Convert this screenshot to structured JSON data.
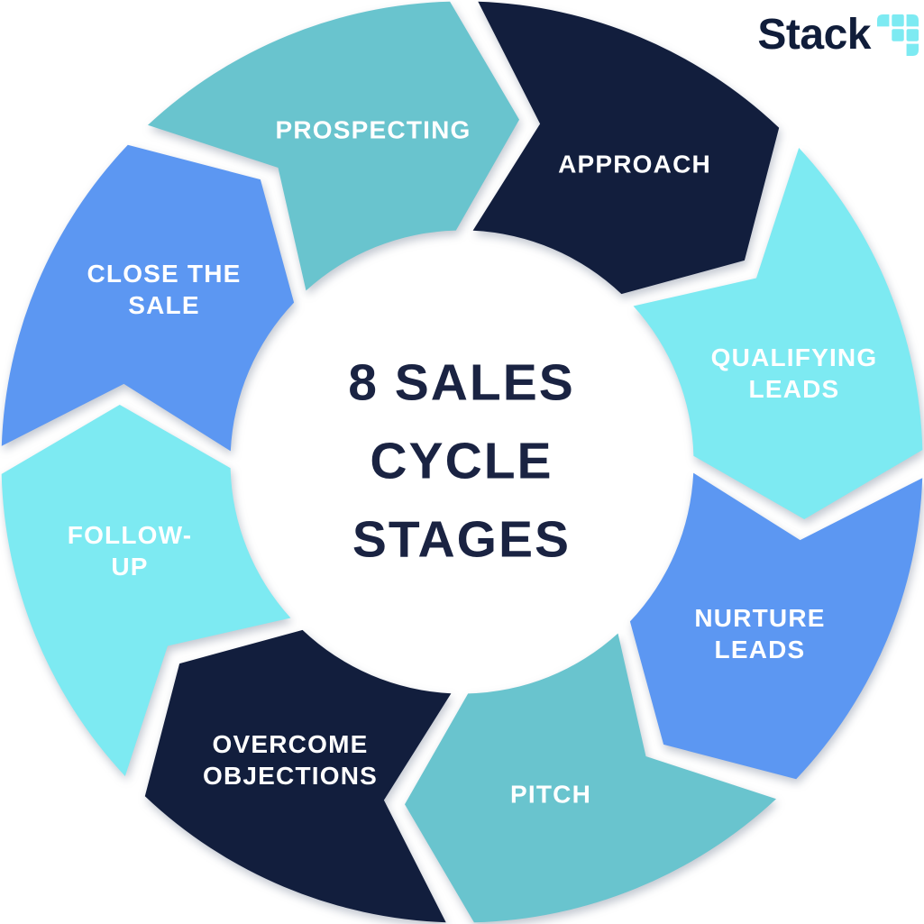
{
  "logo": {
    "text": "Stack",
    "text_color": "#101D3A",
    "icon_color": "#7DEAF2"
  },
  "center": {
    "lines": [
      "8 SALES",
      "CYCLE",
      "STAGES"
    ],
    "color": "#1A2342"
  },
  "colors": {
    "teal": "#69C4CE",
    "navy": "#121E3D",
    "cyan": "#7DEAF2",
    "blue": "#5C97F2",
    "label_text": "#FFFFFF"
  },
  "segments": [
    {
      "id": "prospecting",
      "label": "PROSPECTING",
      "lines": [
        "PROSPECTING"
      ],
      "color_key": "teal"
    },
    {
      "id": "approach",
      "label": "APPROACH",
      "lines": [
        "APPROACH"
      ],
      "color_key": "navy"
    },
    {
      "id": "qualifying-leads",
      "label": "QUALIFYING LEADS",
      "lines": [
        "QUALIFYING",
        "LEADS"
      ],
      "color_key": "cyan"
    },
    {
      "id": "nurture-leads",
      "label": "NURTURE LEADS",
      "lines": [
        "NURTURE",
        "LEADS"
      ],
      "color_key": "blue"
    },
    {
      "id": "pitch",
      "label": "PITCH",
      "lines": [
        "PITCH"
      ],
      "color_key": "teal"
    },
    {
      "id": "overcome-objections",
      "label": "OVERCOME OBJECTIONS",
      "lines": [
        "OVERCOME",
        "OBJECTIONS"
      ],
      "color_key": "navy"
    },
    {
      "id": "follow-up",
      "label": "FOLLOW-UP",
      "lines": [
        "FOLLOW-",
        "UP"
      ],
      "color_key": "cyan"
    },
    {
      "id": "close-the-sale",
      "label": "CLOSE THE SALE",
      "lines": [
        "CLOSE THE",
        "SALE"
      ],
      "color_key": "blue"
    }
  ]
}
